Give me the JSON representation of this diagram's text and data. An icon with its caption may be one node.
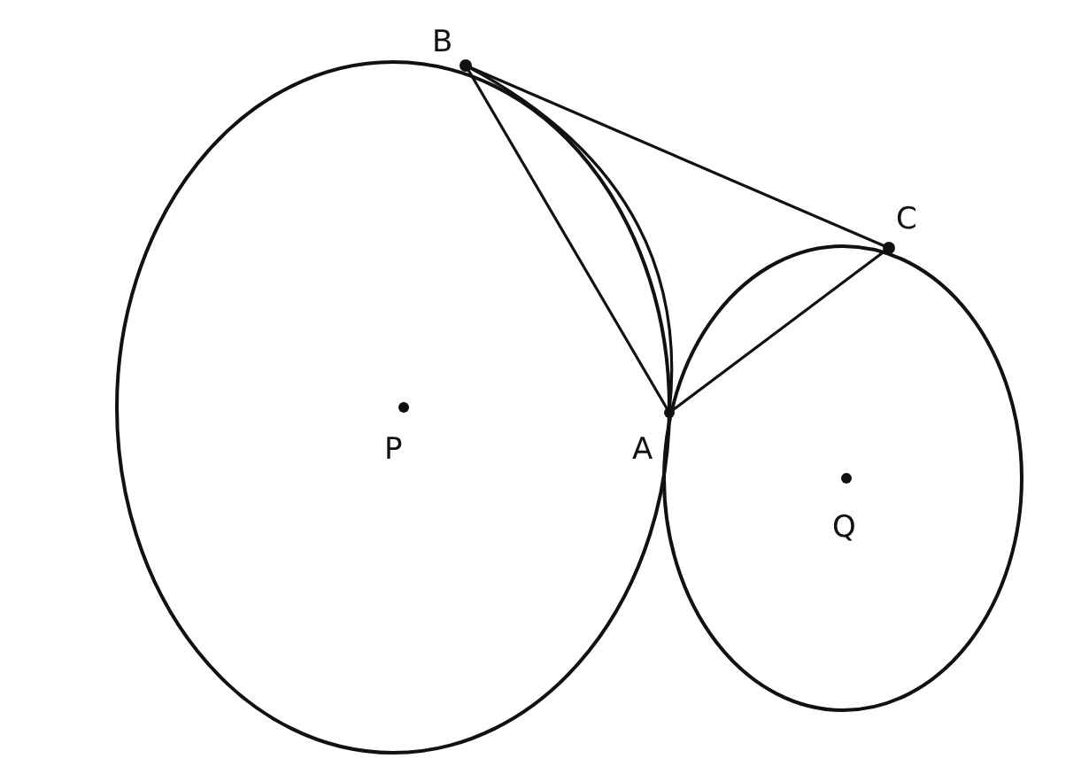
{
  "diagram": {
    "labels": [
      "B",
      "C",
      "P",
      "A",
      "Q"
    ]
  }
}
